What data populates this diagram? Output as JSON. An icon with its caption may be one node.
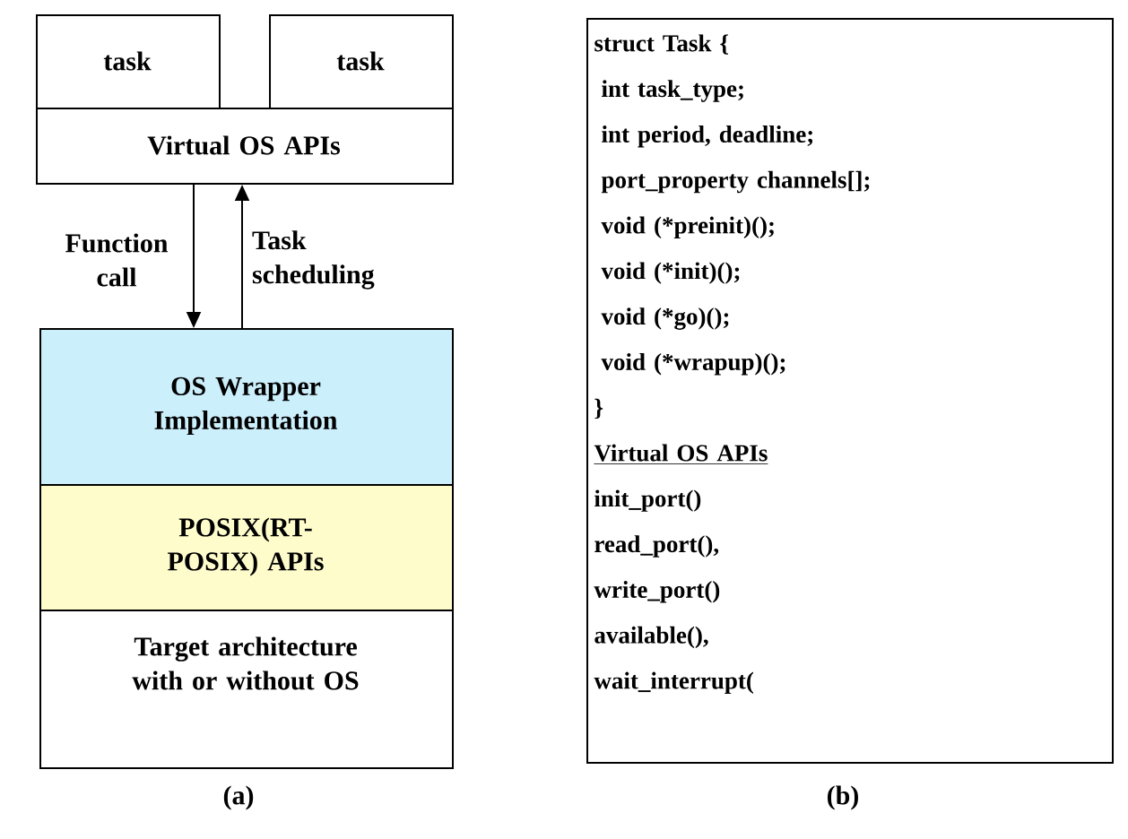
{
  "diagram": {
    "nodes": [
      {
        "text": [
          "task"
        ]
      },
      {
        "text": [
          "task"
        ]
      },
      {
        "text": [
          "Virtual OS APIs"
        ]
      },
      {
        "text": [
          "OS Wrapper Implementation"
        ]
      },
      {
        "text": [
          "POSIX(RT-POSIX) APIs"
        ]
      },
      {
        "text": [
          "Target architecture with or without OS"
        ]
      },
      {
        "text": [
          "struct Task {",
          "int task_type;",
          "int period, deadline;",
          "port_property channels[];",
          "void (*preinit)();",
          "void (*init)();",
          "void (*go)();",
          "void (*wrapup)();",
          "}",
          "Virtual OS APIs",
          "init_port()",
          "read_port(),",
          "write_port()",
          "available(),",
          "wait_interrupt("
        ]
      }
    ],
    "edges": [
      {
        "from": 2,
        "to": 3,
        "arrow": "to",
        "label": "Function call"
      },
      {
        "from": 3,
        "to": 2,
        "arrow": "to",
        "label": "Task scheduling"
      }
    ],
    "labels": [
      "(a)",
      "(b)"
    ]
  }
}
